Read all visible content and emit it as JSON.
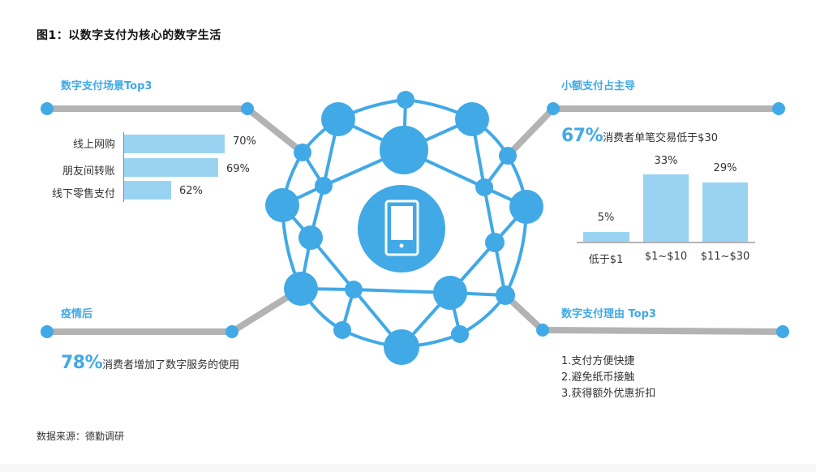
{
  "title": "图1：以数字支付为核心的数字生活",
  "colors": {
    "accent": "#41a9e6",
    "bar": "#9ad3f2",
    "connector": "#b3b3b3"
  },
  "sections": {
    "top_left": {
      "title": "数字支付场景Top3",
      "bars": [
        {
          "label": "线上网购",
          "value": "70%"
        },
        {
          "label": "朋友间转账",
          "value": "69%"
        },
        {
          "label": "线下零售支付",
          "value": "62%"
        }
      ]
    },
    "top_right": {
      "title": "小额支付占主导",
      "highlight_number": "67%",
      "highlight_text": "消费者单笔交易低于$30",
      "columns": [
        {
          "category": "低于$1",
          "value": "5%"
        },
        {
          "category": "$1~$10",
          "value": "33%"
        },
        {
          "category": "$11~$30",
          "value": "29%"
        }
      ]
    },
    "bottom_left": {
      "title": "疫情后",
      "highlight_number": "78%",
      "highlight_text": "消费者增加了数字服务的使用"
    },
    "bottom_right": {
      "title": "数字支付理由 Top3",
      "reasons": [
        "1.支付方便快捷",
        "2.避免纸币接触",
        "3.获得额外优惠折扣"
      ]
    }
  },
  "center": {
    "icon": "smartphone-icon"
  },
  "footer": "数据来源：德勤调研",
  "chart_data": [
    {
      "type": "bar",
      "orientation": "horizontal",
      "title": "数字支付场景Top3",
      "categories": [
        "线上网购",
        "朋友间转账",
        "线下零售支付"
      ],
      "values": [
        70,
        69,
        62
      ],
      "unit": "%"
    },
    {
      "type": "bar",
      "orientation": "vertical",
      "title": "小额支付占主导",
      "subtitle": "67%消费者单笔交易低于$30",
      "categories": [
        "低于$1",
        "$1~$10",
        "$11~$30"
      ],
      "values": [
        5,
        33,
        29
      ],
      "unit": "%"
    }
  ]
}
